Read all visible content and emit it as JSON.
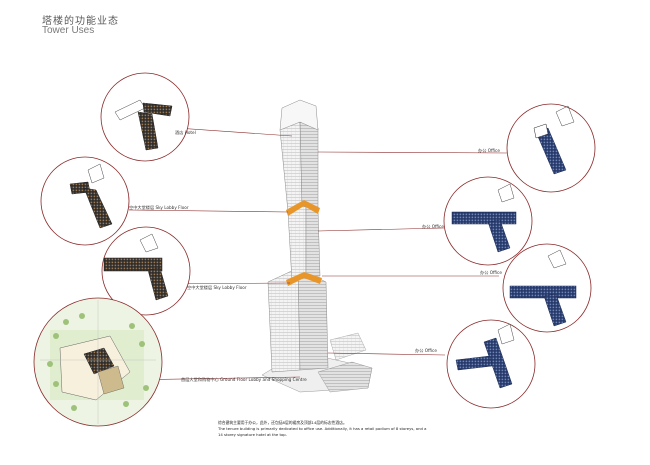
{
  "header": {
    "title_cn": "塔楼的功能业态",
    "title_en": "Tower Uses"
  },
  "labels": {
    "hotel": "酒店  Hotel",
    "sky_lobby_upper": "空中大堂楼层  Sky Lobby Floor",
    "sky_lobby_lower": "空中大堂楼层  Sky Lobby Floor",
    "ground": "首层大堂和购物中心  Ground Floor Lobby and Shopping Centre",
    "office_1": "办公  Office",
    "office_2": "办公  Office",
    "office_3": "办公  Office",
    "office_4": "办公  Office"
  },
  "caption": {
    "line_cn": "综合建筑主要用于办公，此外，还包括8层的裙房及顶部14层的标志性酒店。",
    "line_en_1": "The tenure building is primarily dedicated to office use. Additionally, it has a retail podium of 8 storeys, and a",
    "line_en_2": "14 storey signature hotel at the top."
  },
  "colors": {
    "circle_stroke": "#8a2a2a",
    "leader": "#8a2a2a",
    "sky_lobby_band": "#e8962a",
    "plan_dark": "#2a2a2a",
    "plan_blue": "#2a3f78",
    "site_green": "#b9d49a"
  }
}
